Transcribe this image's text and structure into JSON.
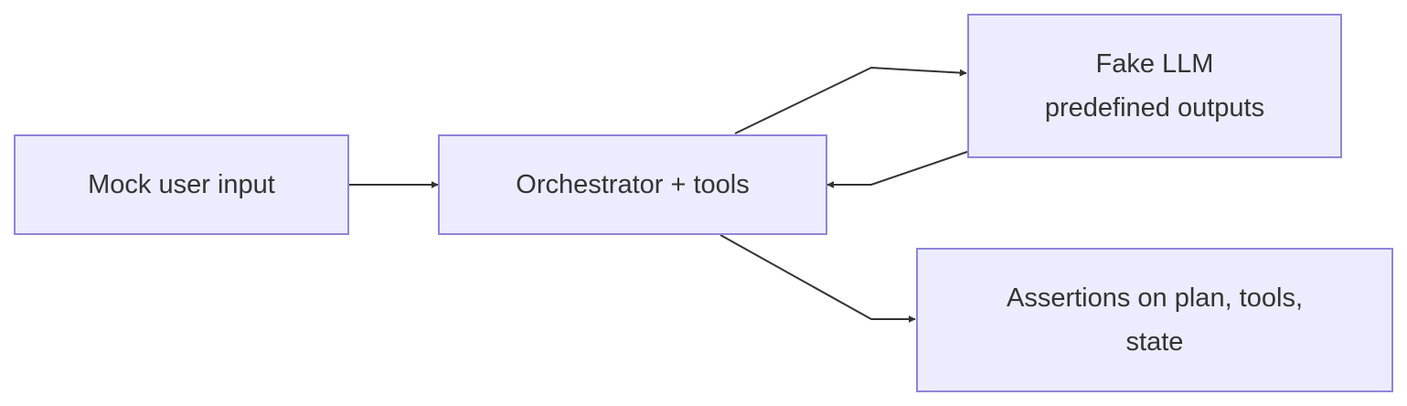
{
  "diagram": {
    "nodes": {
      "mock_user_input": {
        "lines": [
          "Mock user input"
        ]
      },
      "orchestrator": {
        "lines": [
          "Orchestrator + tools"
        ]
      },
      "fake_llm": {
        "lines": [
          "Fake LLM",
          "predefined outputs"
        ]
      },
      "assertions": {
        "lines": [
          "Assertions on plan, tools,",
          "state"
        ]
      }
    },
    "edges": [
      {
        "from": "Mock user input",
        "to": "Orchestrator + tools"
      },
      {
        "from": "Orchestrator + tools",
        "to": "Fake LLM predefined outputs"
      },
      {
        "from": "Fake LLM predefined outputs",
        "to": "Orchestrator + tools"
      },
      {
        "from": "Orchestrator + tools",
        "to": "Assertions on plan, tools, state"
      }
    ],
    "colors": {
      "node_fill": "#ececfe",
      "node_border": "#8f85db",
      "edge": "#333333",
      "text": "#333333"
    }
  }
}
